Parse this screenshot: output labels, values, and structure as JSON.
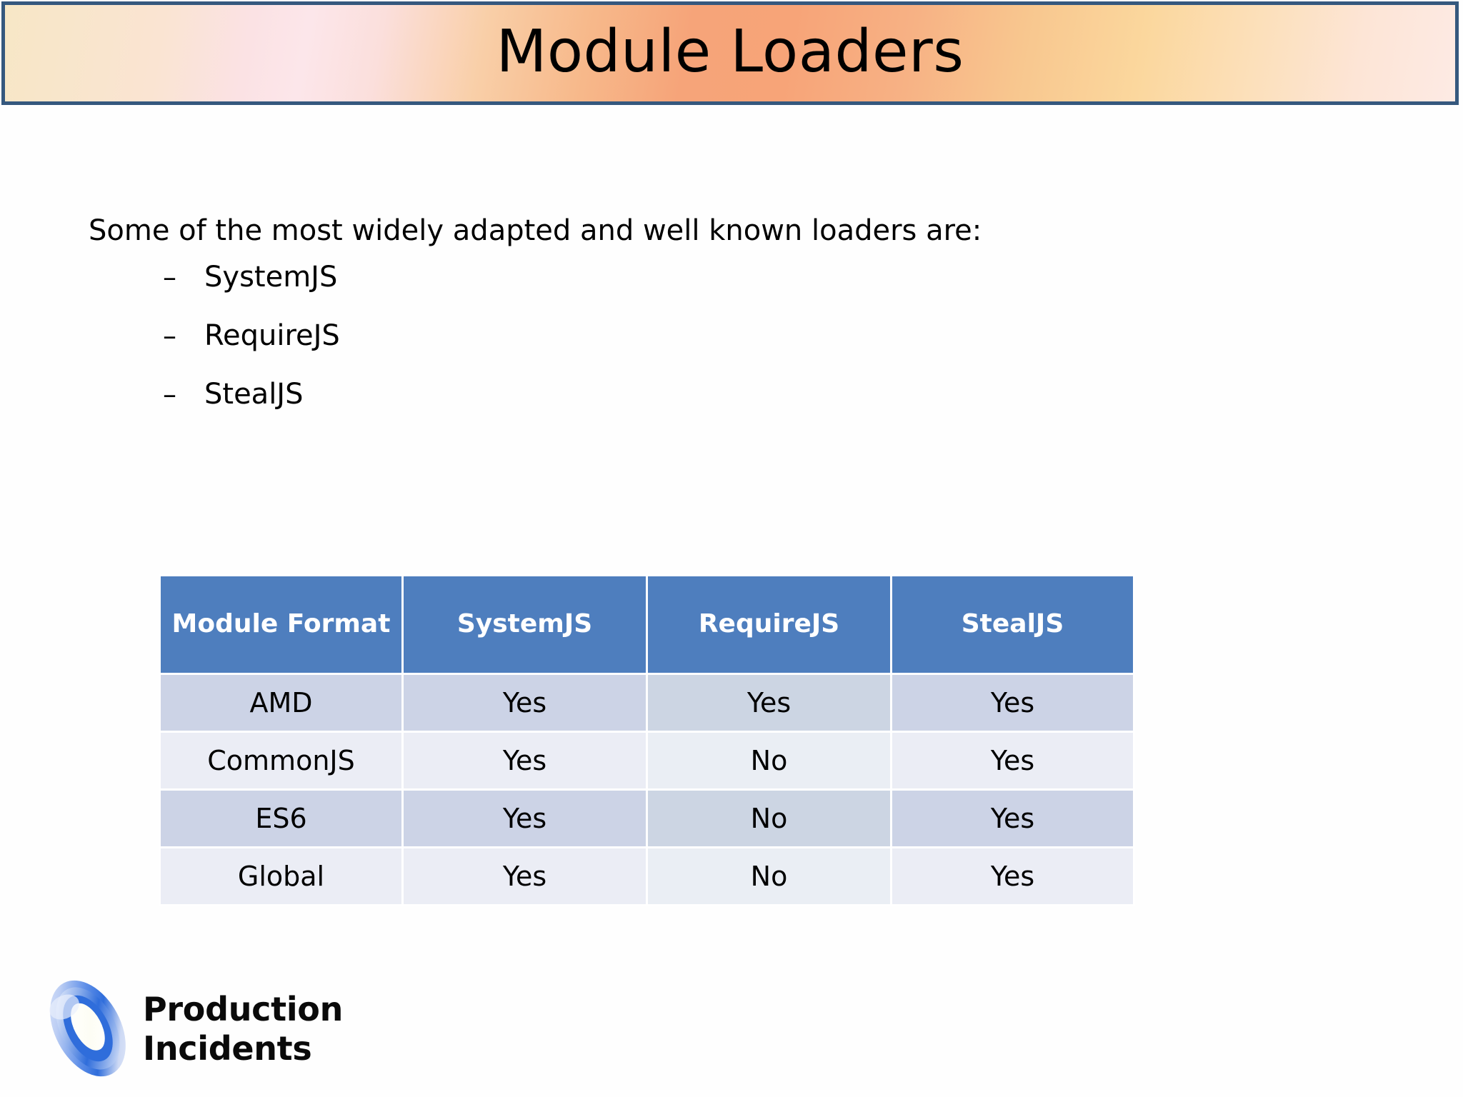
{
  "slide": {
    "title": "Module Loaders",
    "intro": "Some of the most widely adapted and well known loaders are:",
    "bullet_marker": "–",
    "loaders": [
      {
        "label": "SystemJS"
      },
      {
        "label": "RequireJS"
      },
      {
        "label": "StealJS"
      }
    ],
    "table": {
      "headers": [
        "Module Format",
        "SystemJS",
        "RequireJS",
        "StealJS"
      ],
      "rows": [
        {
          "format": "AMD",
          "systemjs": "Yes",
          "requirejs": "Yes",
          "stealjs": "Yes"
        },
        {
          "format": "CommonJS",
          "systemjs": "Yes",
          "requirejs": "No",
          "stealjs": "Yes"
        },
        {
          "format": "ES6",
          "systemjs": "Yes",
          "requirejs": "No",
          "stealjs": "Yes"
        },
        {
          "format": "Global",
          "systemjs": "Yes",
          "requirejs": "No",
          "stealjs": "Yes"
        }
      ]
    },
    "footer": {
      "logo_icon": "blue-torus-logo-icon",
      "brand_line1": "Production",
      "brand_line2": "Incidents"
    },
    "colors": {
      "banner_border": "#35587e",
      "banner_gradient_start": "#f7e7c6",
      "banner_gradient_mid": "#f6a479",
      "banner_gradient_end": "#fdeae4",
      "table_header_bg": "#4e7ebe",
      "table_header_text": "#ffffff",
      "table_row_dark": "#ccd3e6",
      "table_row_light": "#ebedf5",
      "body_text": "#000000",
      "logo_blue": "#2f6ddb"
    }
  }
}
